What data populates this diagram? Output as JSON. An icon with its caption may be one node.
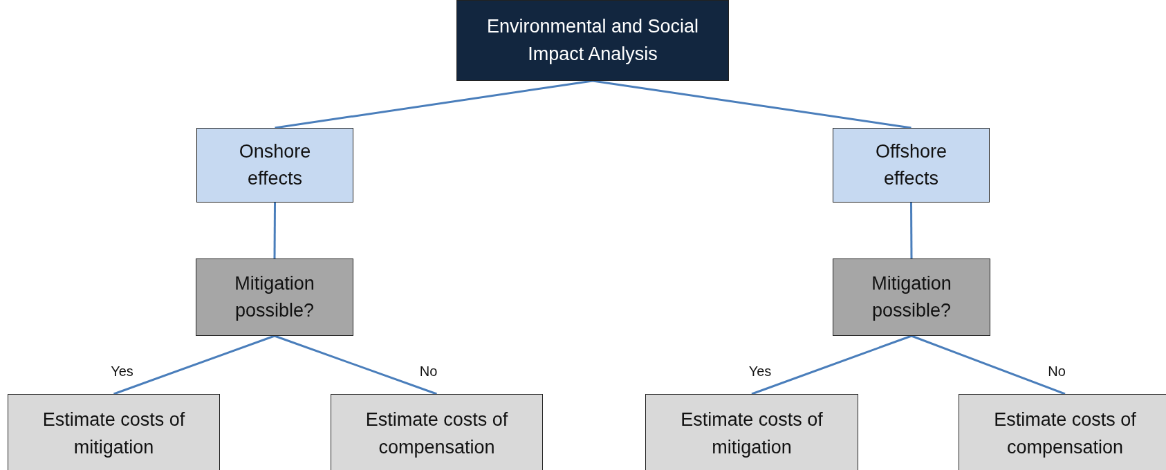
{
  "diagram": {
    "nodes": [
      {
        "text": [
          "Environmental and Social Impact Analysis"
        ]
      },
      {
        "text": [
          "Onshore effects"
        ]
      },
      {
        "text": [
          "Offshore effects"
        ]
      },
      {
        "text": [
          "Mitigation possible?"
        ]
      },
      {
        "text": [
          "Mitigation possible?"
        ]
      },
      {
        "text": [
          "Estimate costs of mitigation"
        ]
      },
      {
        "text": [
          "Estimate costs of compensation"
        ]
      },
      {
        "text": [
          "Estimate costs of mitigation"
        ]
      },
      {
        "text": [
          "Estimate costs of compensation"
        ]
      }
    ],
    "edges": [
      {
        "from": 0,
        "to": 1,
        "arrow": "none"
      },
      {
        "from": 0,
        "to": 2,
        "arrow": "none"
      },
      {
        "from": 1,
        "to": 3,
        "arrow": "none"
      },
      {
        "from": 2,
        "to": 4,
        "arrow": "none"
      },
      {
        "from": 3,
        "to": 5,
        "arrow": "none",
        "label": "Yes"
      },
      {
        "from": 3,
        "to": 6,
        "arrow": "none",
        "label": "No"
      },
      {
        "from": 4,
        "to": 7,
        "arrow": "none",
        "label": "Yes"
      },
      {
        "from": 4,
        "to": 8,
        "arrow": "none",
        "label": "No"
      }
    ]
  }
}
